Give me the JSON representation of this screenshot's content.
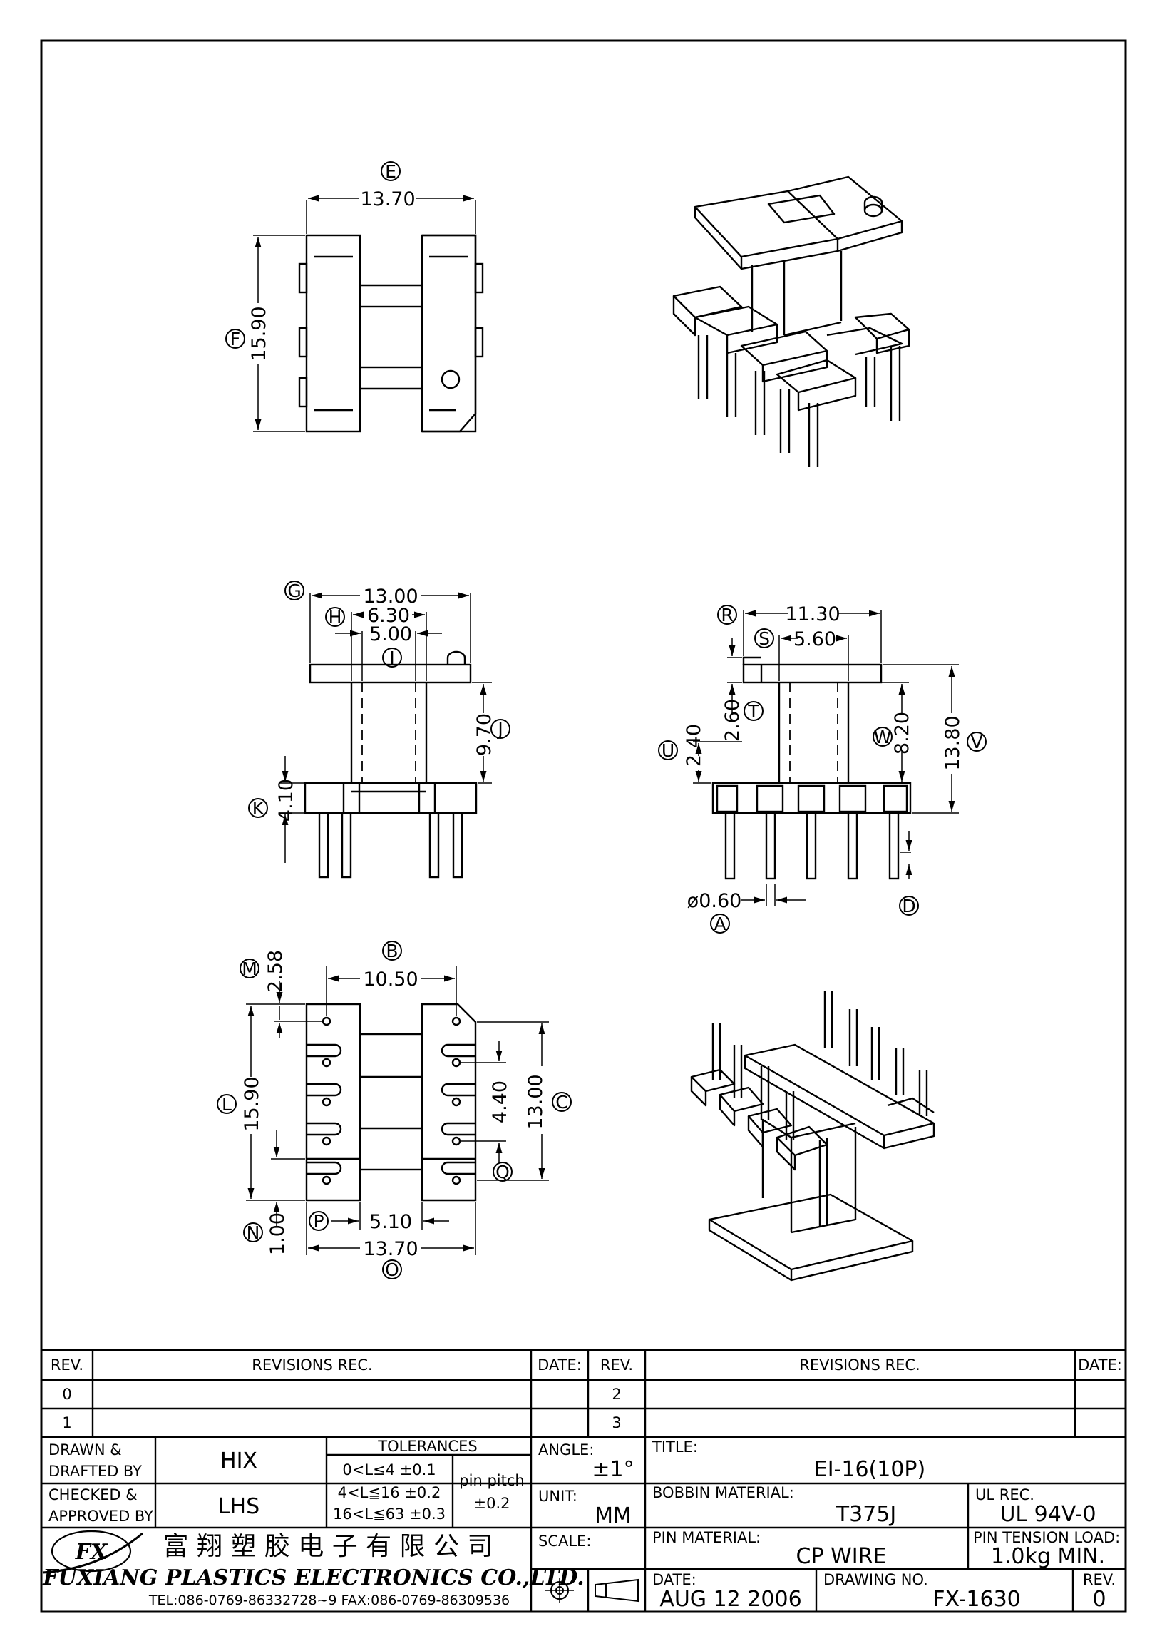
{
  "views": {
    "top": {
      "callout_e": "E",
      "dim_width": "13.70",
      "callout_f": "F",
      "dim_height": "15.90"
    },
    "front": {
      "callout_g": "G",
      "dim_g": "13.00",
      "callout_h": "H",
      "dim_h": "6.30",
      "dim_i": "5.00",
      "callout_i": "I",
      "dim_j": "9.70",
      "callout_j": "J",
      "dim_k": "4.10",
      "callout_k": "K"
    },
    "side": {
      "callout_r": "R",
      "dim_r": "11.30",
      "callout_s": "S",
      "dim_s": "5.60",
      "dim_t": "2.60",
      "callout_t": "T",
      "callout_u": "U",
      "dim_u": "2.40",
      "callout_w": "W",
      "dim_w": "8.20",
      "dim_v": "13.80",
      "callout_v": "V",
      "dim_a": "ø0.60",
      "callout_a": "A",
      "callout_d": "D"
    },
    "bottom": {
      "callout_b": "B",
      "dim_b": "10.50",
      "callout_m": "M",
      "dim_m": "2.58",
      "callout_l": "L",
      "dim_l": "15.90",
      "dim_q": "4.40",
      "dim_c": "13.00",
      "callout_c": "C",
      "callout_q": "Q",
      "callout_n": "N",
      "dim_n": "1.00",
      "callout_p": "P",
      "dim_p": "5.10",
      "dim_o": "13.70",
      "callout_o": "O"
    }
  },
  "title_block": {
    "rev_header": "REV.",
    "revisions_header": "REVISIONS   REC.",
    "date_header": "DATE:",
    "rev_rows_left": [
      "0",
      "1"
    ],
    "rev_rows_right": [
      "2",
      "3"
    ],
    "drawn_label": "DRAWN  &\nDRAFTED  BY",
    "drawn_value": "HIX",
    "checked_label": "CHECKED  &\nAPPROVED  BY",
    "checked_value": "LHS",
    "tolerances_title": "TOLERANCES",
    "tolerance_rows": [
      "0<L≤4    ±0.1",
      "4<L≦16  ±0.2",
      "16<L≦63  ±0.3"
    ],
    "pin_pitch_label": "pin  pitch",
    "pin_pitch_value": "±0.2",
    "angle_label": "ANGLE:",
    "angle_value": "±1°",
    "unit_label": "UNIT:",
    "unit_value": "MM",
    "scale_label": "SCALE:",
    "title_label": "TITLE:",
    "title_value": "EI-16(10P)",
    "bobbin_label": "BOBBIN  MATERIAL:",
    "bobbin_value": "T375J",
    "ul_label": "UL  REC.",
    "ul_value": "UL  94V-0",
    "pin_label": "PIN  MATERIAL:",
    "pin_value": "CP  WIRE",
    "tension_label": "PIN  TENSION  LOAD:",
    "tension_value": "1.0kg  MIN.",
    "date_label": "DATE:",
    "date_value": "AUG  12  2006",
    "drawing_label": "DRAWING  NO.",
    "drawing_value": "FX-1630",
    "revno_label": "REV.",
    "revno_value": "0",
    "company_cn": "富 翔 塑 胶 电 子 有 限 公 司",
    "company_en": "FUXIANG  PLASTICS  ELECTRONICS  CO.,LTD.",
    "contact": "TEL:086-0769-86332728~9   FAX:086-0769-86309536",
    "logo_text": "FX"
  }
}
